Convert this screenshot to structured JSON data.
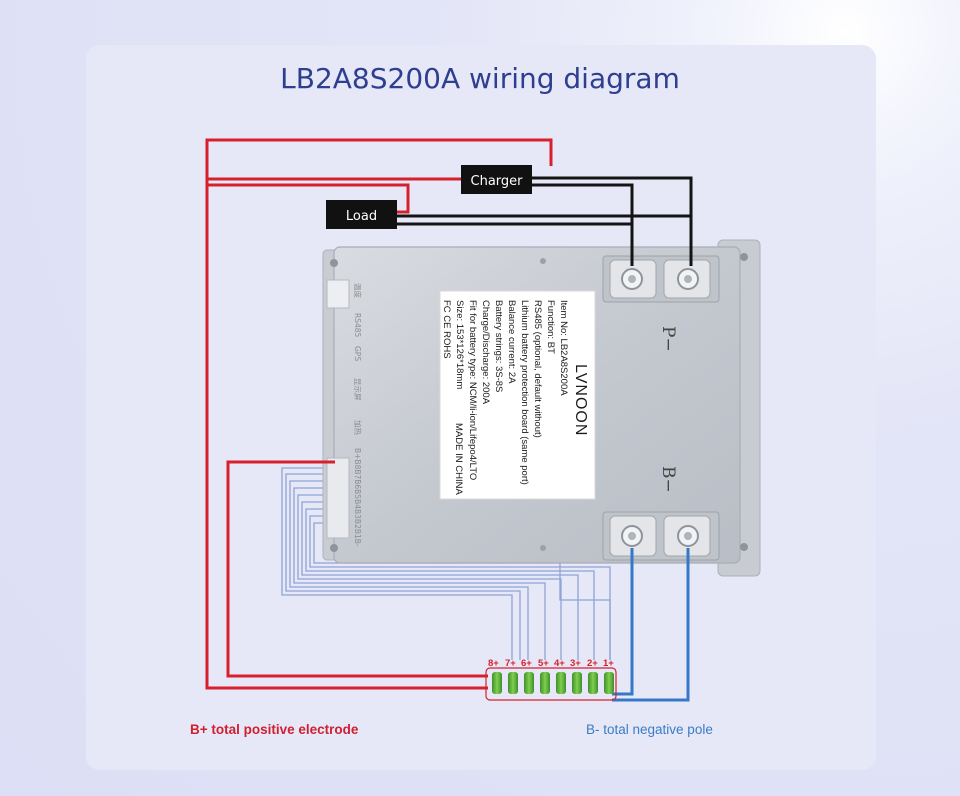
{
  "title": "LB2A8S200A wiring diagram",
  "boxes": {
    "charger": "Charger",
    "load": "Load"
  },
  "board": {
    "brand": "LVNOON",
    "label_lines": [
      "Item No: LB2A8S200A",
      "Function: BT",
      "RS485 (optional, default without)",
      "Lithium battery protection board (same port)",
      "Balance current: 2A",
      "Battery strings: 3S-8S",
      "Charge/Discharge: 200A",
      "Fit for battery type: NCM/li-ion/Lifepo4/LTO",
      "Size: 153*126*18mm",
      "FC CE ROHS"
    ],
    "made_in": "MADE IN CHINA",
    "ports": [
      "温度",
      "RS485",
      "GPS",
      "显示屏",
      "加热"
    ],
    "balance_pins": "B+B8B7B6B5B4B3B2B1B-",
    "terminal_p": "P−",
    "terminal_b": "B−"
  },
  "cells": [
    "8+",
    "7+",
    "6+",
    "5+",
    "4+",
    "3+",
    "2+",
    "1+"
  ],
  "labels": {
    "b_plus": "B+ total positive electrode",
    "b_minus": "B- total negative pole"
  },
  "colors": {
    "positive_wire": "#d8202c",
    "negative_wire": "#3578c8",
    "signal_wire": "#141414",
    "title": "#2e3f90"
  }
}
